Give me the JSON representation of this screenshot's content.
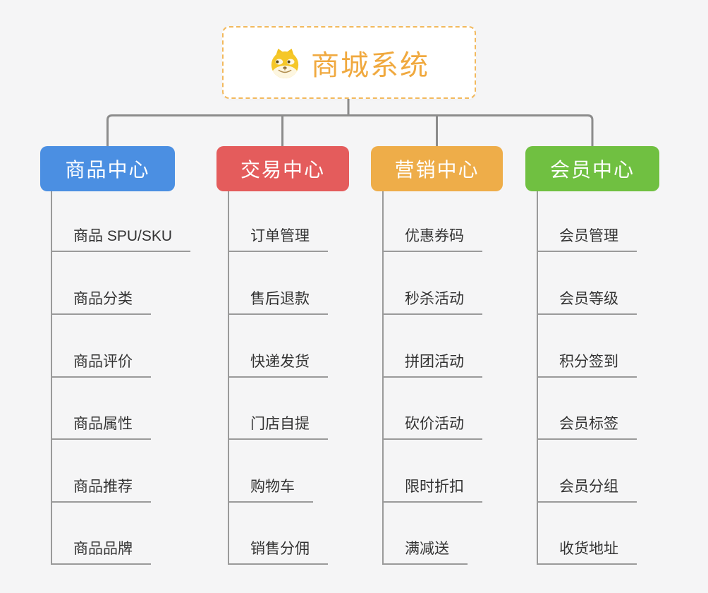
{
  "root": {
    "title": "商城系统",
    "icon": "doge-face-icon"
  },
  "colors": {
    "background": "#f5f5f6",
    "root_border": "#f2b95d",
    "root_title": "#f0a93f",
    "connector_line": "#8c8c8c",
    "leaf_line": "#9a9a9a",
    "leaf_text": "#333333",
    "branch_product": "#4b8fe2",
    "branch_trade": "#e45c5c",
    "branch_marketing": "#eead49",
    "branch_member": "#70c041"
  },
  "branches": [
    {
      "label": "商品中心",
      "color": "#4b8fe2",
      "items": [
        "商品 SPU/SKU",
        "商品分类",
        "商品评价",
        "商品属性",
        "商品推荐",
        "商品品牌"
      ]
    },
    {
      "label": "交易中心",
      "color": "#e45c5c",
      "items": [
        "订单管理",
        "售后退款",
        "快递发货",
        "门店自提",
        "购物车",
        "销售分佣"
      ]
    },
    {
      "label": "营销中心",
      "color": "#eead49",
      "items": [
        "优惠券码",
        "秒杀活动",
        "拼团活动",
        "砍价活动",
        "限时折扣",
        "满减送"
      ]
    },
    {
      "label": "会员中心",
      "color": "#70c041",
      "items": [
        "会员管理",
        "会员等级",
        "积分签到",
        "会员标签",
        "会员分组",
        "收货地址"
      ]
    }
  ]
}
